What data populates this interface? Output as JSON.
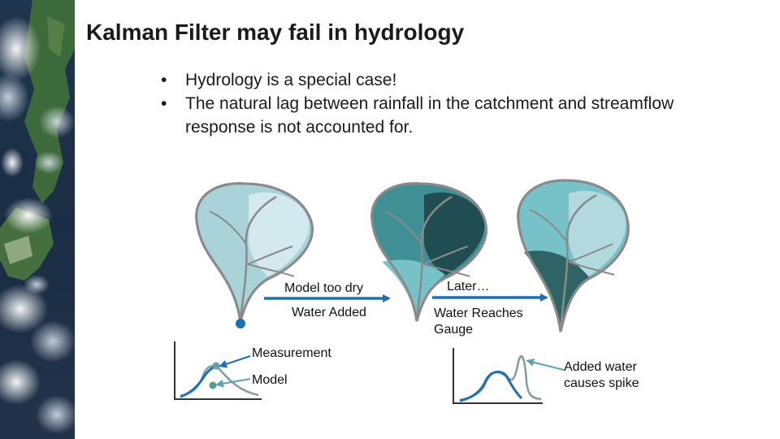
{
  "slide": {
    "title": "Kalman Filter may fail in hydrology",
    "bullets": [
      "Hydrology is a special case!",
      "The natural lag between rainfall in the catchment and streamflow response is not accounted for."
    ]
  },
  "labels": {
    "model_too_dry": "Model too dry",
    "water_added": "Water Added",
    "later": "Later…",
    "water_reaches_gauge": "Water Reaches Gauge",
    "measurement": "Measurement",
    "model": "Model",
    "added_water_spike": "Added water causes spike"
  },
  "colors": {
    "catchment_light": "#a9d3d9",
    "catchment_pale": "#d4e9ed",
    "catchment_medium": "#3f8f94",
    "catchment_dark": "#1f4d52",
    "catchment_teal": "#77c2c9",
    "catchment_mid_dark": "#2e6466",
    "arrow_blue": "#1f6fb5",
    "outlet_dot": "#1f6fb5",
    "curve_model": "#7f9da0",
    "curve_measurement": "#1f6fb5",
    "point_measurement": "#6b9ea4",
    "point_model": "#5b9a8a"
  },
  "icons": {
    "background": "satellite-earth-image",
    "outlet": "gauge-dot-icon"
  }
}
